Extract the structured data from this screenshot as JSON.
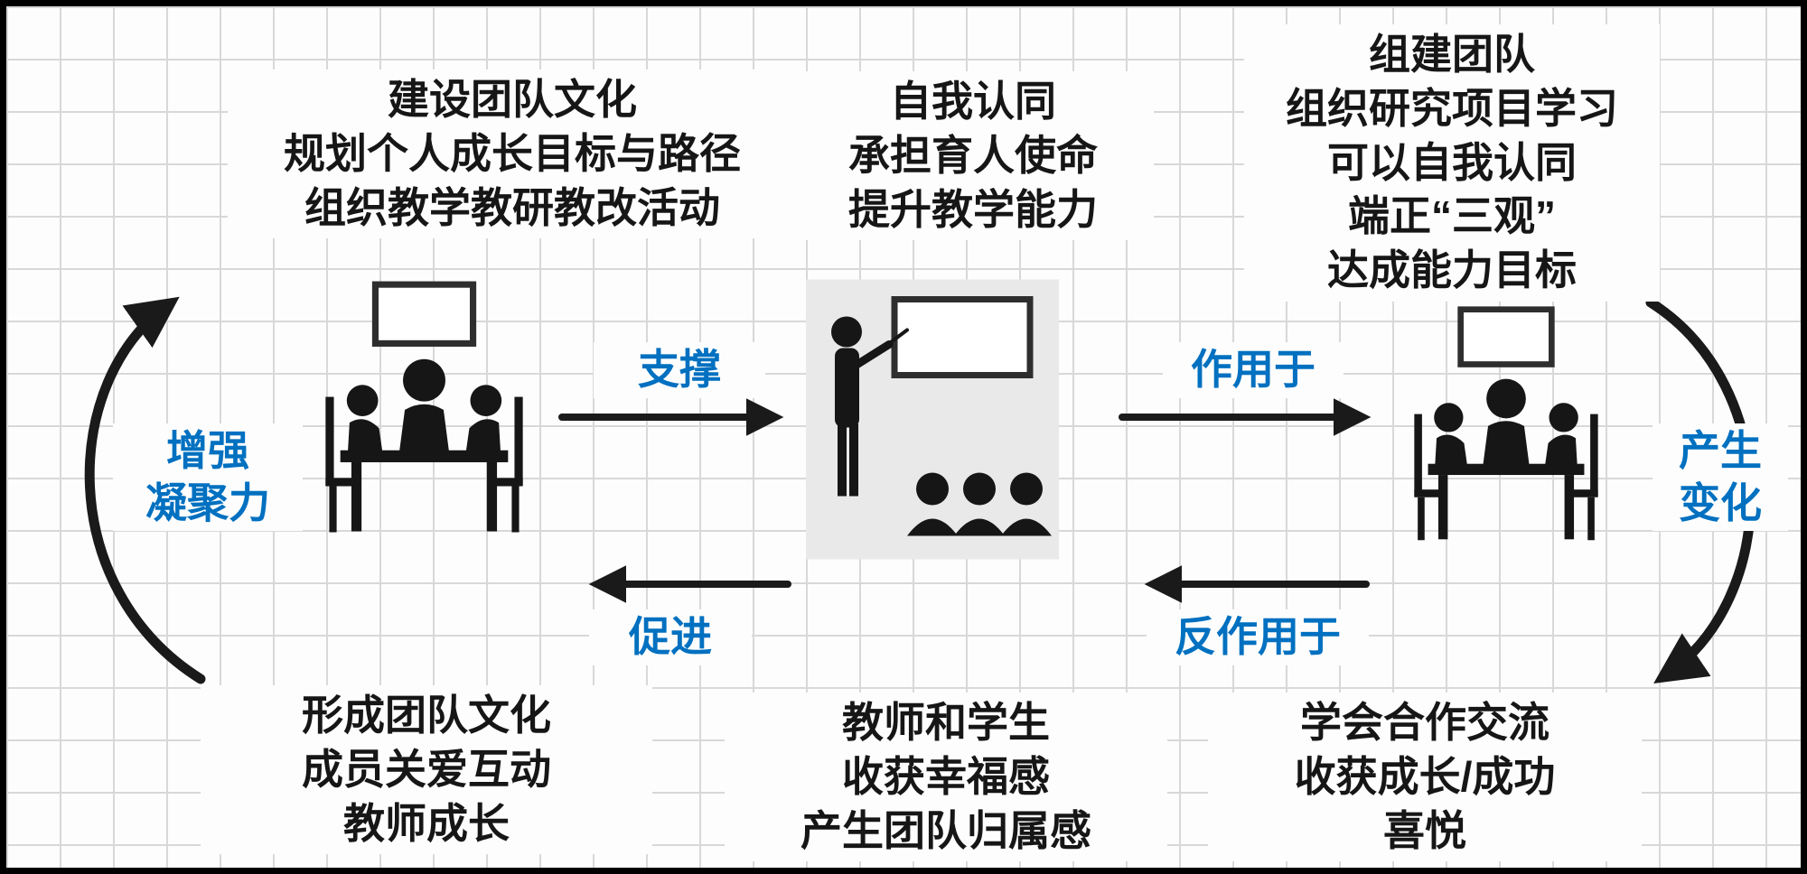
{
  "canvas": {
    "background": "#ffffff",
    "grid_color": "#d8d8d8",
    "frame_color": "#000000"
  },
  "colors": {
    "label_blue": "#0070C0",
    "text_black": "#161616",
    "arrow_black": "#1a1a1a",
    "classroom_bg": "#e9e9e9"
  },
  "left_node": {
    "icon": "team-meeting-icon",
    "top": [
      "建设团队文化",
      "规划个人成长目标与路径",
      "组织教学教研教改活动"
    ],
    "bottom": [
      "形成团队文化",
      "成员关爱互动",
      "教师成长"
    ]
  },
  "center_node": {
    "icon": "classroom-teaching-icon",
    "top": [
      "自我认同",
      "承担育人使命",
      "提升教学能力"
    ],
    "bottom": [
      "教师和学生",
      "收获幸福感",
      "产生团队归属感"
    ]
  },
  "right_node": {
    "icon": "team-meeting-icon",
    "top": [
      "组建团队",
      "组织研究项目学习",
      "可以自我认同",
      "端正“三观”",
      "达成能力目标"
    ],
    "bottom": [
      "学会合作交流",
      "收获成长/成功",
      "喜悦"
    ]
  },
  "arrows": {
    "support": "支撑",
    "act_on": "作用于",
    "promote": "促进",
    "react_on": "反作用于",
    "cohesion": [
      "增强",
      "凝聚力"
    ],
    "change": [
      "产生",
      "变化"
    ]
  }
}
